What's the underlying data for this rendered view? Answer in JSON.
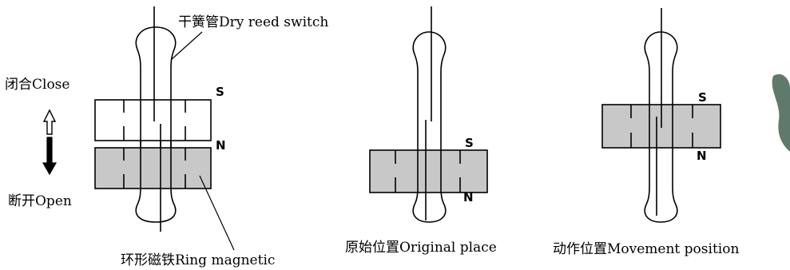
{
  "labels": {
    "reed_switch": "干簧管Dry reed switch",
    "close": "闭合Close",
    "open": "断开Open",
    "ring_magnetic": "环形磁铁Ring magnetic",
    "original_place": "原始位置Original place",
    "movement_position": "动作位置Movement position"
  },
  "poles": {
    "s": "S",
    "n": "N"
  },
  "colors": {
    "magnet_fill": "#c8c8c8",
    "stroke": "#000000",
    "background": "#ffffff",
    "edge_decoration": "#5f7a6a"
  }
}
